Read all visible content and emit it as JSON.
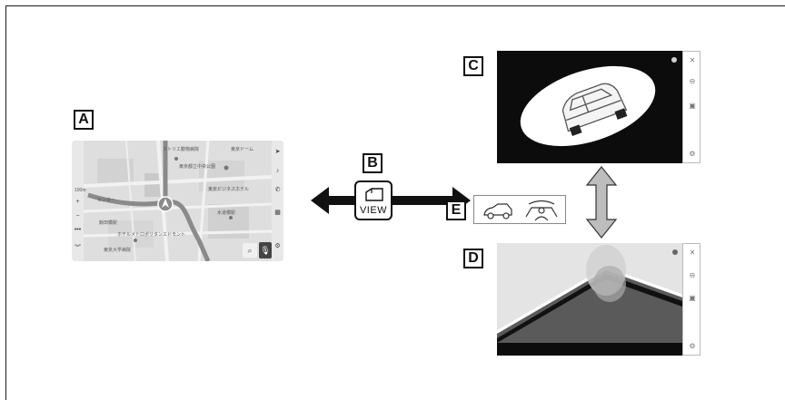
{
  "labels": {
    "a": "A",
    "b": "B",
    "c": "C",
    "d": "D",
    "e": "E"
  },
  "view_button": {
    "label": "VIEW"
  },
  "map": {
    "scale": "100m",
    "texts": [
      "ストリエ動物病院",
      "東京ドーム",
      "センター",
      "東京都立中央公園",
      "東京ビジネスホテル",
      "水道橋駅",
      "飯田橋駅",
      "ホテルメトロポリタンエドモント",
      "東京大学病院"
    ]
  },
  "colors": {
    "map_bg": "#dcdcdc",
    "screen_bg": "#0c0c0c",
    "arrow": "#111111",
    "double_arrow": "#bdbdbd"
  },
  "icons": {
    "screen_c_side": [
      "close-icon",
      "camera-switch-icon",
      "view-icon",
      "settings-icon"
    ],
    "screen_d_side": [
      "close-icon",
      "camera-switch-icon",
      "view-icon",
      "settings-icon"
    ],
    "e_panel": [
      "car-side-view-icon",
      "driver-view-icon"
    ]
  }
}
